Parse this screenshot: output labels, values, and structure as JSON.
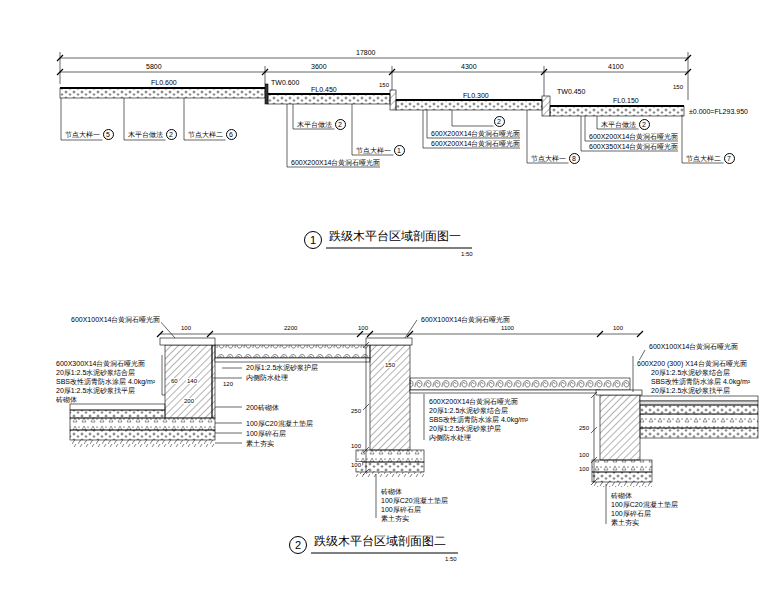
{
  "diagram": {
    "nodes": [
      {
        "text": [
          "5"
        ]
      },
      {
        "text": [
          "2"
        ]
      },
      {
        "text": [
          "6"
        ]
      },
      {
        "text": [
          "2"
        ]
      },
      {
        "text": [
          "1"
        ]
      },
      {
        "text": [
          "2"
        ]
      },
      {
        "text": [
          "8"
        ]
      },
      {
        "text": [
          "2"
        ]
      },
      {
        "text": [
          "7"
        ]
      },
      {
        "text": [
          "1",
          "跌级木平台区域剖面图一"
        ]
      },
      {
        "text": [
          "2",
          "跌级木平台区域剖面图二"
        ]
      }
    ],
    "labels": [
      "17800",
      "5800",
      "3600",
      "4300",
      "4100",
      "FL0.600",
      "TW0.600",
      "FL0.450",
      "150",
      "FL0.300",
      "TW0.450",
      "FL0.150",
      "150",
      "±0.000=FL293.950",
      "节点大样一",
      "木平台做法",
      "节点大样二",
      "木平台做法",
      "节点大样一",
      "600X200X14台黄洞石哑光面",
      "600X200X14台黄洞石哑光面",
      "600X200X14台黄洞石哑光面",
      "节点大样一",
      "木平台做法",
      "600X200X14台黄洞石哑光面",
      "600X350X14台黄洞石哑光面",
      "节点大样二",
      "1:50",
      "600X100X14台黄洞石哑光面",
      "100",
      "2200",
      "100",
      "600X100X14台黄洞石哑光面",
      "1100",
      "100",
      "600X100X14台黄洞石哑光面",
      "600X300X14台黄洞石哑光面",
      "20厚1:2.5水泥砂浆结合层",
      "SBS改性沥青防水涂层 4.0kg/m²",
      "20厚1:2.5水泥砂浆找平层",
      "砖砌体",
      "60",
      "140",
      "200",
      "120",
      "20厚1:2.5水泥砂浆护层",
      "内侧防水处理",
      "200砖砌体",
      "100厚C20混凝土垫层",
      "100厚碎石层",
      "素土夯实",
      "150",
      "250",
      "100",
      "100",
      "600X200X14台黄洞石哑光面",
      "20厚1:2.5水泥砂浆结合层",
      "SBS改性沥青防水涂层 4.0kg/m²",
      "20厚1:2.5水泥砂浆护层",
      "内侧防水处理",
      "砖砌体",
      "100厚C20混凝土垫层",
      "100厚碎石层",
      "素土夯实",
      "600X200 (300) X14台黄洞石哑光面",
      "20厚1:2.5水泥砂浆结合层",
      "SBS改性沥青防水涂层 4.0kg/m²",
      "20厚1:2.5水泥砂浆找平层",
      "250",
      "100",
      "100",
      "砖砌体",
      "100厚C20混凝土垫层",
      "100厚碎石层",
      "素土夯实",
      "1:50"
    ]
  }
}
